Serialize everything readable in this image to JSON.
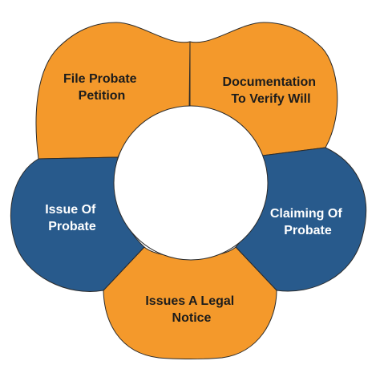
{
  "diagram": {
    "colors": {
      "orange": "#F4992B",
      "blue": "#285A8C",
      "outline": "#2B2B2B",
      "text_dark": "#1C1C1C",
      "text_light": "#FFFFFF",
      "center": "#FFFFFF"
    },
    "segments": [
      {
        "id": "file-probate-petition",
        "color": "orange",
        "lines": [
          "File Probate",
          "Petition"
        ]
      },
      {
        "id": "documentation-to-verify-will",
        "color": "orange",
        "lines": [
          "Documentation",
          "To Verify Will"
        ]
      },
      {
        "id": "claiming-of-probate",
        "color": "blue",
        "lines": [
          "Claiming Of",
          "Probate"
        ]
      },
      {
        "id": "issues-a-legal-notice",
        "color": "orange",
        "lines": [
          "Issues A Legal",
          "Notice"
        ]
      },
      {
        "id": "issue-of-probate",
        "color": "blue",
        "lines": [
          "Issue Of",
          "Probate"
        ]
      }
    ]
  }
}
